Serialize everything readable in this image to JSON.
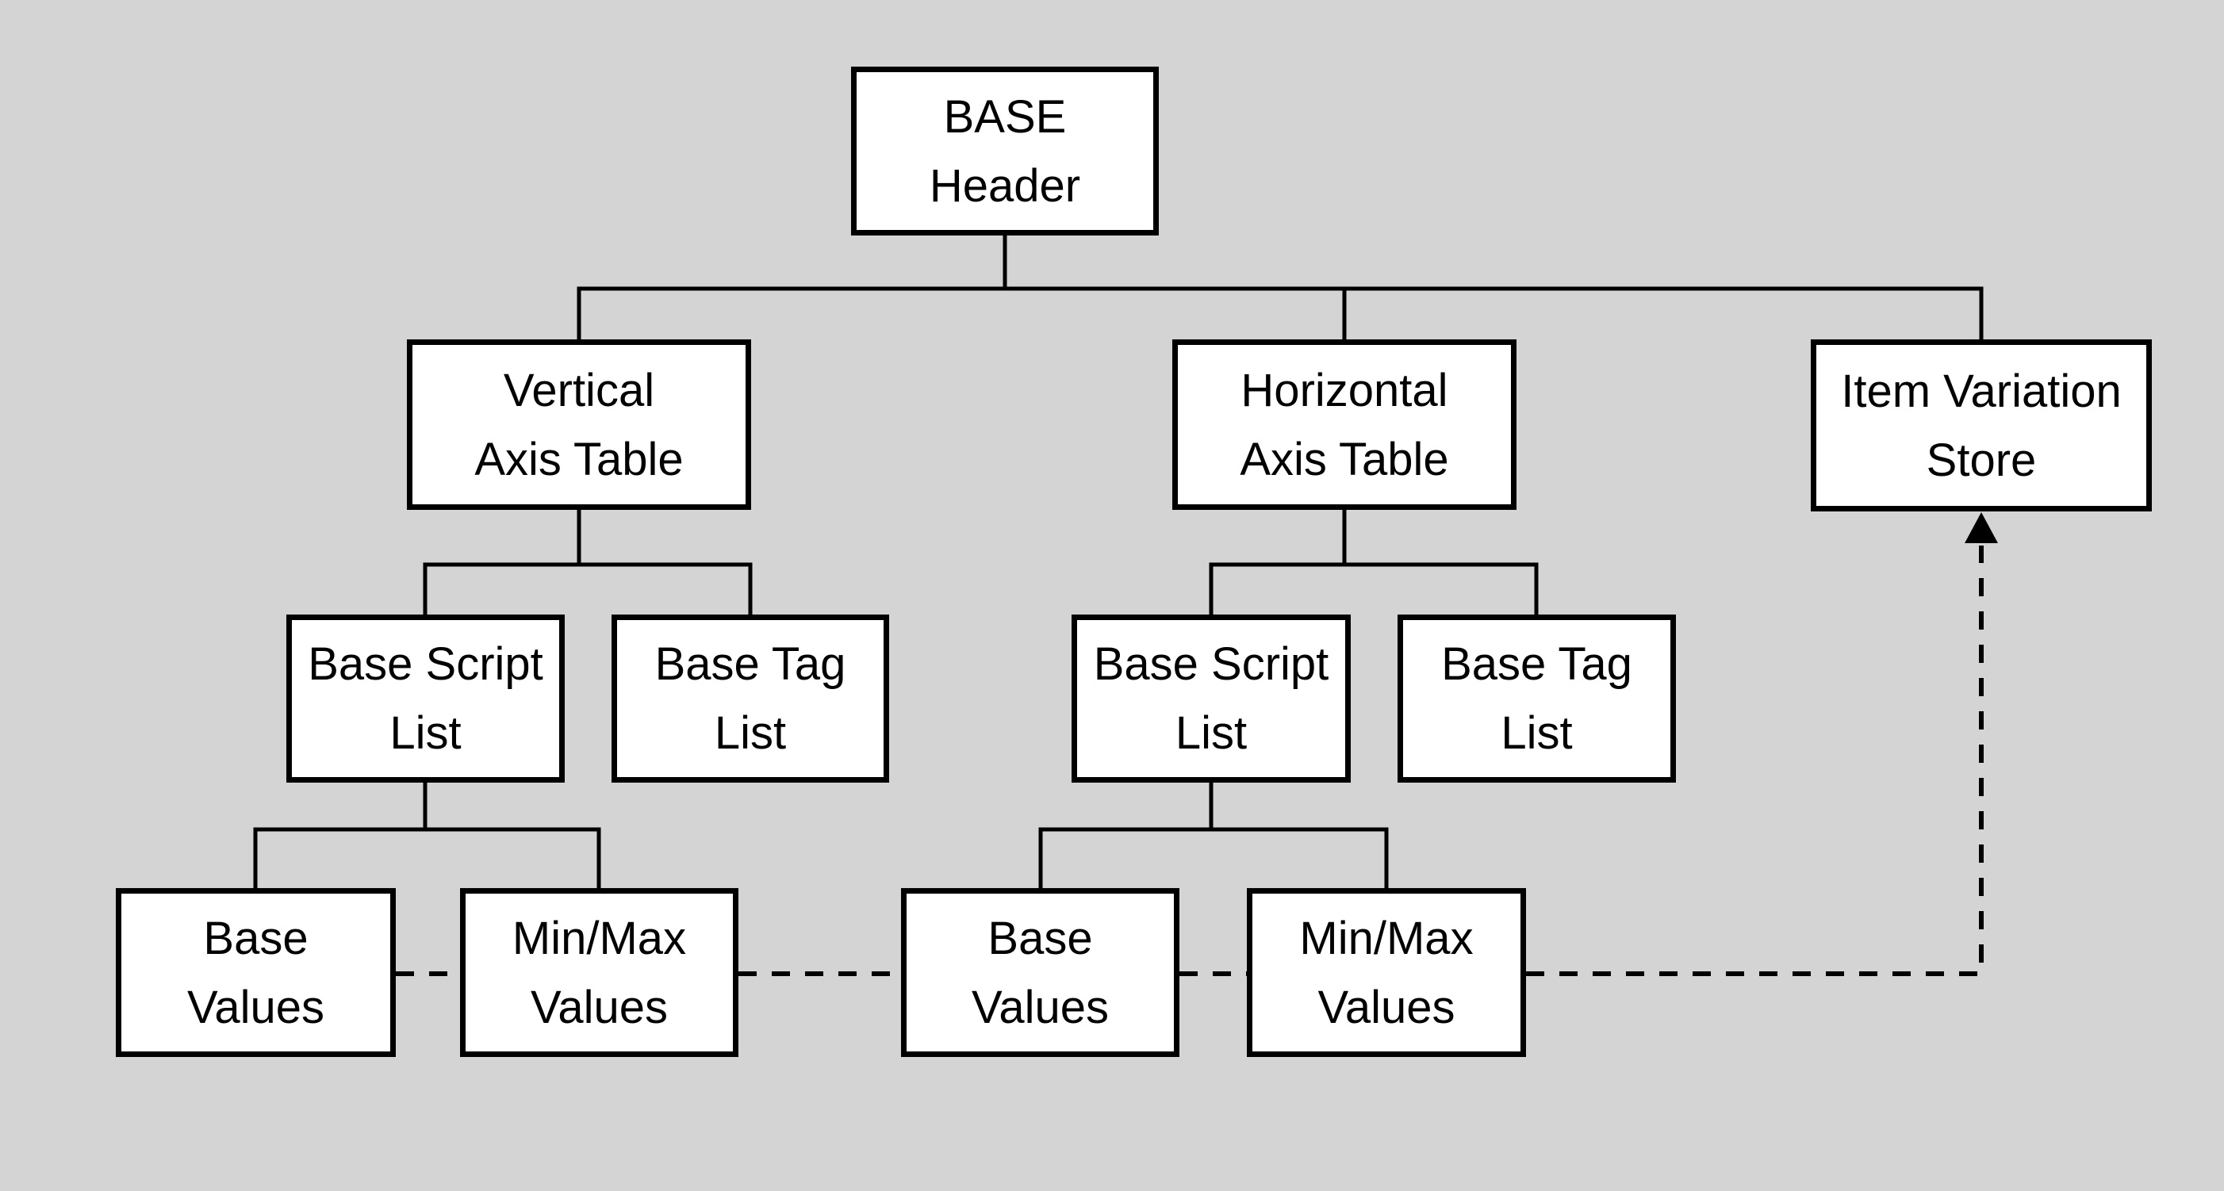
{
  "diagram": {
    "type": "tree-hierarchy",
    "nodes": [
      {
        "id": "base-header",
        "label": "BASE\nHeader"
      },
      {
        "id": "vertical-axis-table",
        "label": "Vertical\nAxis Table"
      },
      {
        "id": "horizontal-axis-table",
        "label": "Horizontal\nAxis Table"
      },
      {
        "id": "item-variation-store",
        "label": "Item Variation\nStore"
      },
      {
        "id": "base-script-list-vertical",
        "label": "Base Script\nList"
      },
      {
        "id": "base-tag-list-vertical",
        "label": "Base Tag\nList"
      },
      {
        "id": "base-script-list-horizontal",
        "label": "Base Script\nList"
      },
      {
        "id": "base-tag-list-horizontal",
        "label": "Base Tag\nList"
      },
      {
        "id": "base-values-vertical",
        "label": "Base\nValues"
      },
      {
        "id": "minmax-values-vertical",
        "label": "Min/Max\nValues"
      },
      {
        "id": "base-values-horizontal",
        "label": "Base\nValues"
      },
      {
        "id": "minmax-values-horizontal",
        "label": "Min/Max\nValues"
      }
    ],
    "edges": {
      "solid": [
        [
          "base-header",
          "vertical-axis-table"
        ],
        [
          "base-header",
          "horizontal-axis-table"
        ],
        [
          "base-header",
          "item-variation-store"
        ],
        [
          "vertical-axis-table",
          "base-script-list-vertical"
        ],
        [
          "vertical-axis-table",
          "base-tag-list-vertical"
        ],
        [
          "horizontal-axis-table",
          "base-script-list-horizontal"
        ],
        [
          "horizontal-axis-table",
          "base-tag-list-horizontal"
        ],
        [
          "base-script-list-vertical",
          "base-values-vertical"
        ],
        [
          "base-script-list-vertical",
          "minmax-values-vertical"
        ],
        [
          "base-script-list-horizontal",
          "base-values-horizontal"
        ],
        [
          "base-script-list-horizontal",
          "minmax-values-horizontal"
        ]
      ],
      "dashed_arrow": {
        "connects": [
          "base-values-vertical",
          "minmax-values-vertical",
          "base-values-horizontal",
          "minmax-values-horizontal"
        ],
        "points_to": "item-variation-store",
        "style": "dashed",
        "arrowhead": "filled-triangle-up"
      }
    }
  },
  "colors": {
    "background": "#d4d4d4",
    "node_fill": "#ffffff",
    "node_border": "#000000",
    "line": "#000000",
    "text": "#000000"
  }
}
